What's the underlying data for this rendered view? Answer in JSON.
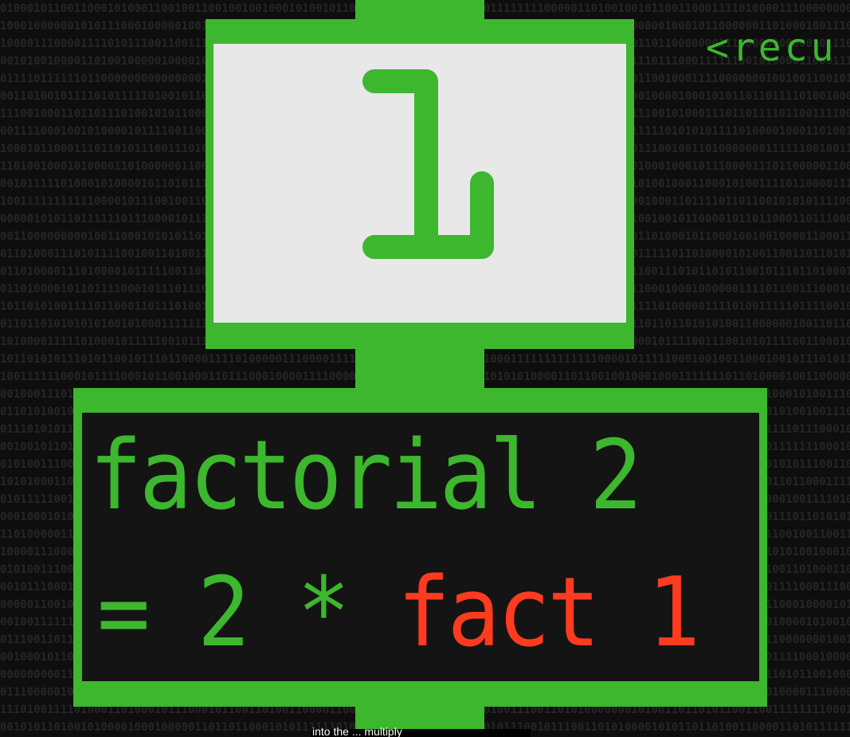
{
  "frame": {
    "corner_tag": "<recu",
    "top_box": {
      "value": "1"
    },
    "bottom_box": {
      "line1": "factorial 2",
      "line2": {
        "equals": "=",
        "two": "2",
        "times": "*",
        "call": "fact 1"
      }
    },
    "subtitle": "into the ... multiply"
  },
  "colors": {
    "green": "#3cb72e",
    "red": "#ff3b1f",
    "box_fill_light": "#e8e8e8",
    "box_fill_dark": "#141414",
    "background": "#0e0e0e"
  }
}
